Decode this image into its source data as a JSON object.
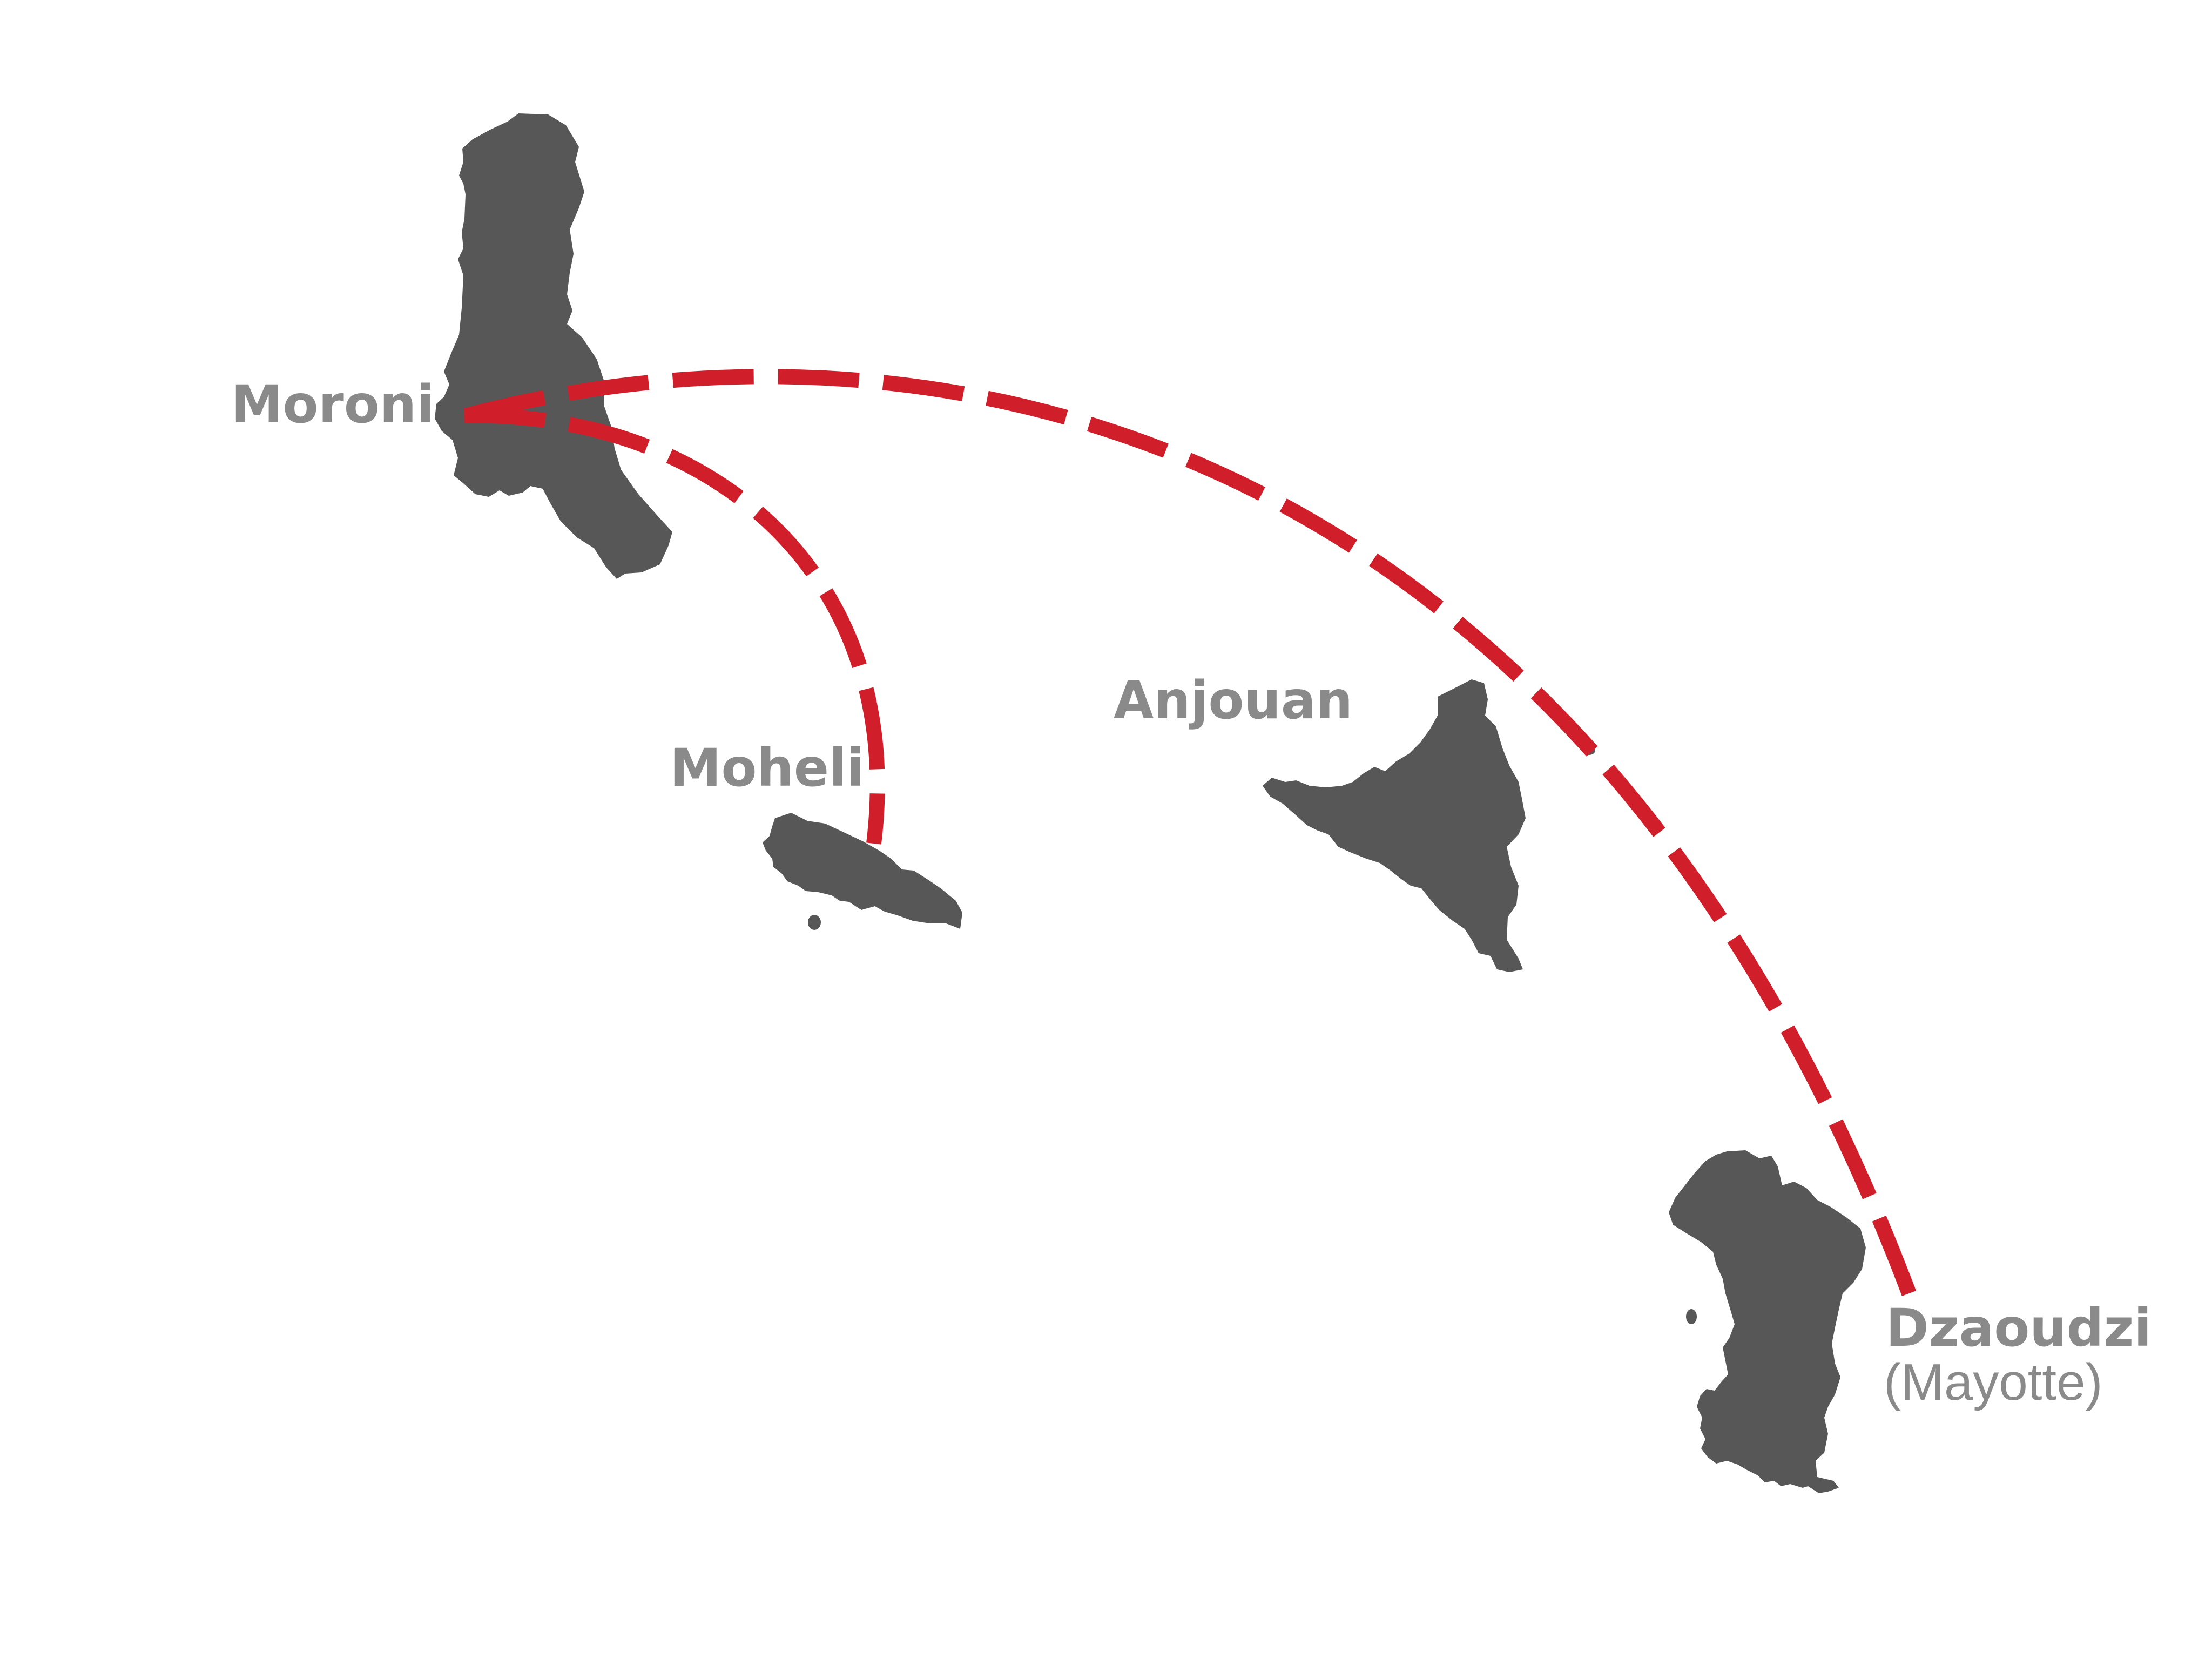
{
  "map": {
    "places": {
      "moroni": {
        "label": "Moroni"
      },
      "moheli": {
        "label": "Moheli"
      },
      "anjouan": {
        "label": "Anjouan"
      },
      "dzaoudzi": {
        "label": "Dzaoudzi",
        "sublabel": "(Mayotte)"
      }
    },
    "routes": [
      {
        "from": "Moroni",
        "to": "Moheli"
      },
      {
        "from": "Moroni",
        "to": "Dzaoudzi"
      }
    ],
    "colors": {
      "land": "#575757",
      "route": "#d01f2b",
      "label": "#8a8a8a",
      "background": "#ffffff"
    }
  }
}
